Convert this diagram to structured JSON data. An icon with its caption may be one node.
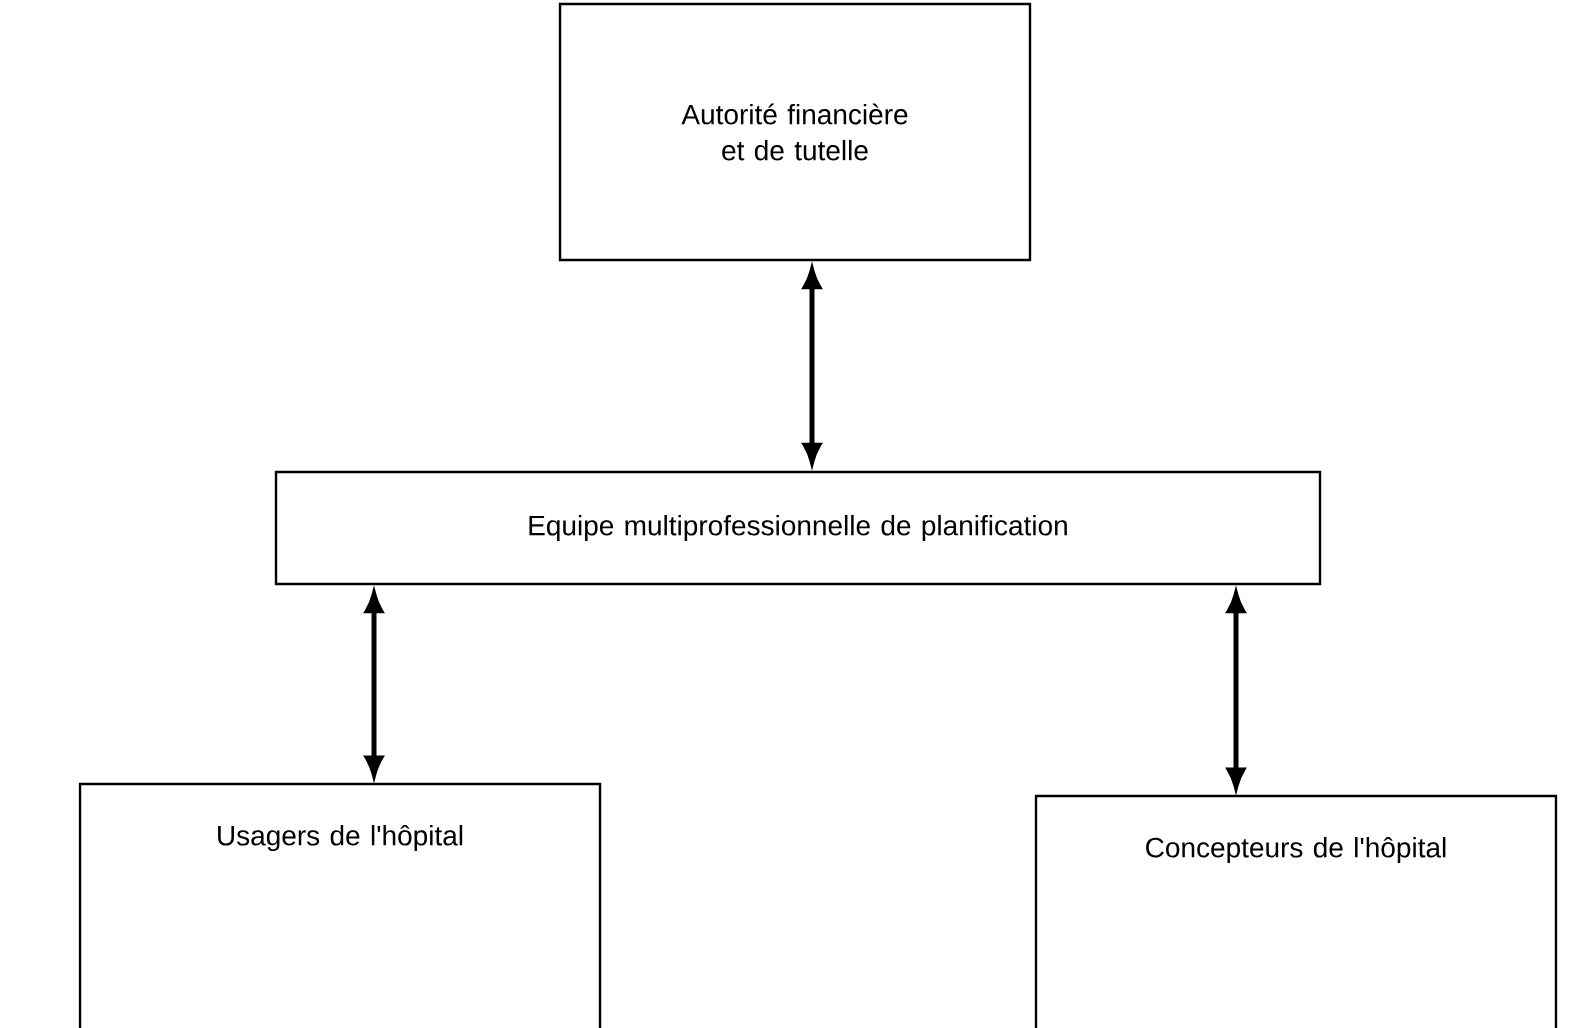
{
  "diagram": {
    "nodes": [
      {
        "text": [
          "Autorité financière et de tutelle"
        ]
      },
      {
        "text": [
          "Equipe multiprofessionnelle de planification"
        ]
      },
      {
        "text": [
          "Usagers de l'hôpital"
        ]
      },
      {
        "text": [
          "Concepteurs de l'hôpital"
        ]
      }
    ],
    "edges": [
      {
        "from": 0,
        "to": 1,
        "arrow": "both"
      },
      {
        "from": 1,
        "to": 2,
        "arrow": "both"
      },
      {
        "from": 1,
        "to": 3,
        "arrow": "both"
      }
    ]
  }
}
